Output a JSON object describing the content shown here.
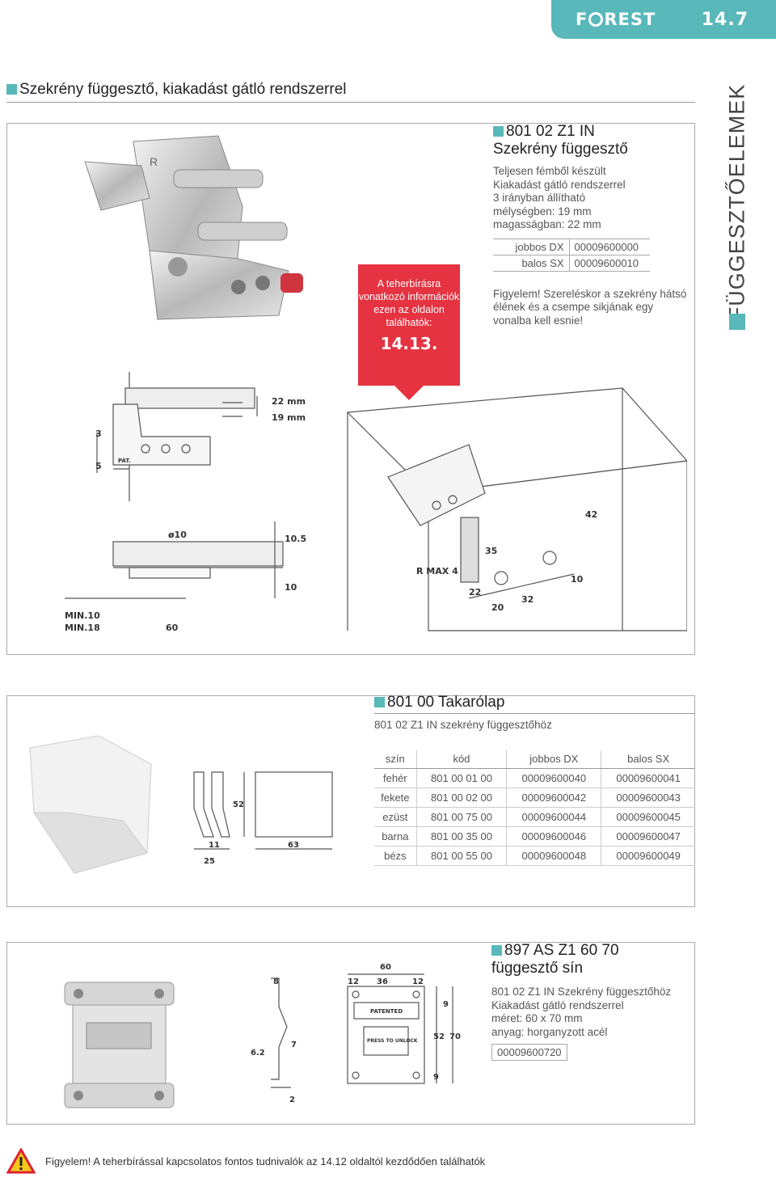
{
  "header": {
    "brand": "F REST",
    "brand_left": "F",
    "brand_right": "REST",
    "page": "14.7"
  },
  "section": {
    "title": "Szekrény függesztő, kiakadást gátló rendszerrel"
  },
  "side_label": "FÜGGESZTŐELEMEK",
  "info_box": {
    "text": "A teherbírásra vonatkozó információk ezen az oldalon találhatók:",
    "number": "14.13."
  },
  "product1": {
    "code": "801 02 Z1 IN",
    "name": "Szekrény függesztő",
    "features": [
      "Teljesen fémből készült",
      "Kiakadást gátló rendszerrel",
      "3 irányban állítható",
      "mélységben: 19 mm",
      "magasságban: 22 mm"
    ],
    "variants": [
      {
        "label": "jobbos DX",
        "code": "00009600000"
      },
      {
        "label": "balos SX",
        "code": "00009600010"
      }
    ],
    "warning": "Figyelem! Szereléskor a szekrény hátsó élének és a csempe sikjának egy vonalba kell esnie!"
  },
  "drawing": {
    "dims": [
      "22 mm",
      "19 mm",
      "3",
      "5",
      "ø10",
      "10.5",
      "10",
      "MIN.10",
      "MIN.18",
      "60",
      "42",
      "35",
      "10",
      "22",
      "20",
      "32",
      "R MAX 4",
      "PAT."
    ]
  },
  "product2": {
    "title": "801 00 Takarólap",
    "subtitle": "801 02 Z1 IN szekrény függesztőhöz",
    "dims": [
      "52",
      "11",
      "25",
      "63"
    ],
    "columns": [
      "szín",
      "kód",
      "jobbos DX",
      "balos SX"
    ],
    "rows": [
      [
        "fehér",
        "801 00 01 00",
        "00009600040",
        "00009600041"
      ],
      [
        "fekete",
        "801 00 02 00",
        "00009600042",
        "00009600043"
      ],
      [
        "ezüst",
        "801 00 75 00",
        "00009600044",
        "00009600045"
      ],
      [
        "barna",
        "801 00 35 00",
        "00009600046",
        "00009600047"
      ],
      [
        "bézs",
        "801 00 55 00",
        "00009600048",
        "00009600049"
      ]
    ]
  },
  "product3": {
    "code": "897 AS Z1 60 70",
    "name": "függesztő sín",
    "lines": [
      "801 02 Z1 IN Szekrény függesztőhöz",
      "Kiakadást gátló rendszerrel",
      "méret: 60 x 70 mm",
      "anyag: horganyzott acél"
    ],
    "order_code": "00009600720",
    "dims": [
      "60",
      "12",
      "36",
      "12",
      "8",
      "9",
      "52",
      "70",
      "7",
      "6.2",
      "2",
      "9"
    ],
    "labels": [
      "PATENTED",
      "PRESS TO UNLOCK"
    ]
  },
  "footer": {
    "warning": "Figyelem! A teherbírással kapcsolatos fontos tudnivalók az 14.12 oldaltól kezdődően találhatók"
  },
  "colors": {
    "accent": "#58b8ba",
    "red": "#e53341"
  }
}
